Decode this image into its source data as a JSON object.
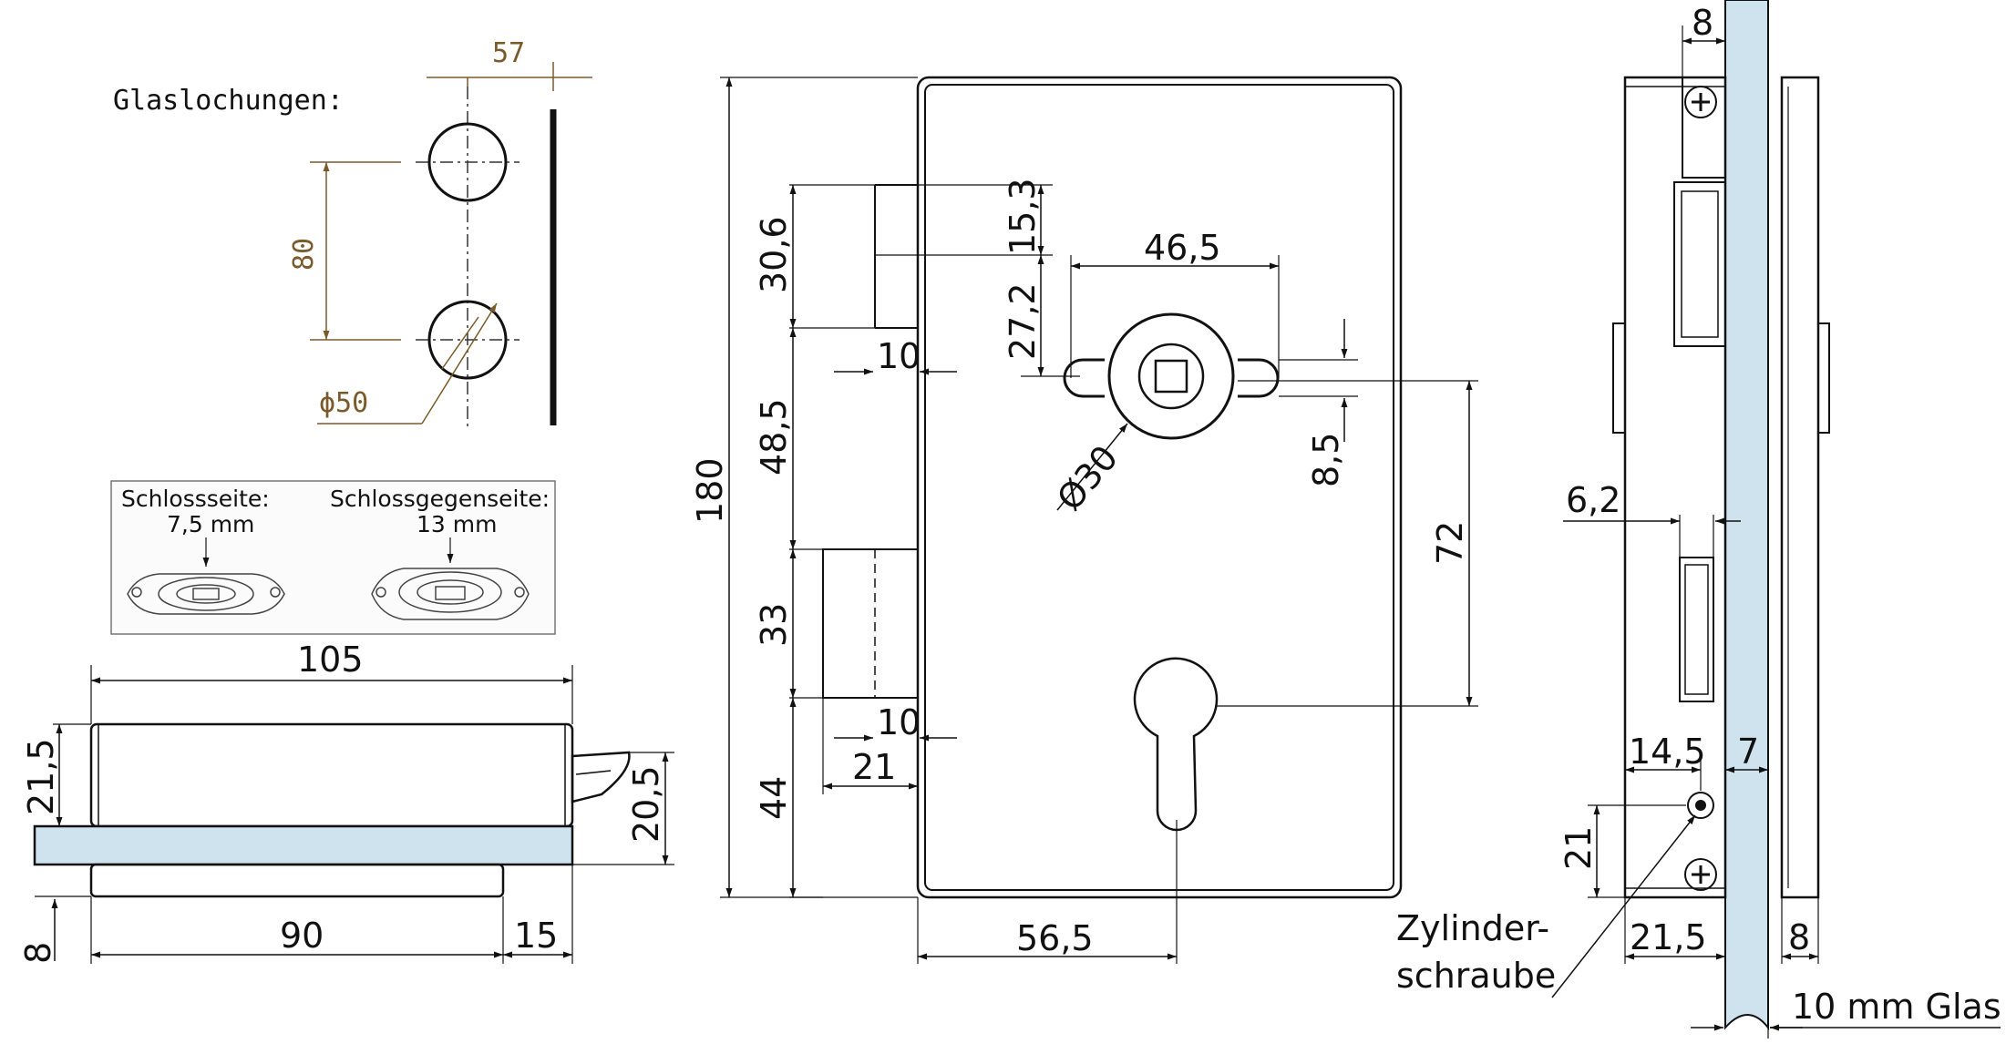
{
  "colors": {
    "line": "#111111",
    "glass": "#cfe3ee",
    "dim_brown": "#7a5a2a"
  },
  "glass_holes": {
    "title": "Glaslochungen:",
    "offset_57": "57",
    "spacing_80": "80",
    "diameter_50": "ϕ50"
  },
  "inset": {
    "left_title": "Schlossseite:",
    "left_value": "7,5 mm",
    "right_title": "Schlossgegenseite:",
    "right_value": "13 mm"
  },
  "top_view": {
    "width_105": "105",
    "height_21_5": "21,5",
    "height_20_5": "20,5",
    "thick_8": "8",
    "width_90": "90",
    "width_15": "15"
  },
  "front_view": {
    "height_180": "180",
    "d_30_6": "30,6",
    "d_15_3": "15,3",
    "d_46_5": "46,5",
    "d_27_2": "27,2",
    "d_10_top": "10",
    "d_48_5": "48,5",
    "d_8_5": "8,5",
    "d_phi30": "Ø30",
    "d_72": "72",
    "d_33": "33",
    "d_10_bottom": "10",
    "d_21": "21",
    "d_44": "44",
    "d_56_5": "56,5"
  },
  "side_view": {
    "d_8_top": "8",
    "d_6_2": "6,2",
    "d_14_5": "14,5",
    "d_7": "7",
    "d_21": "21",
    "d_21_5": "21,5",
    "d_8_bottom": "8",
    "screw_label_line1": "Zylinder-",
    "screw_label_line2": "schraube",
    "glass_label": "10 mm Glas"
  }
}
